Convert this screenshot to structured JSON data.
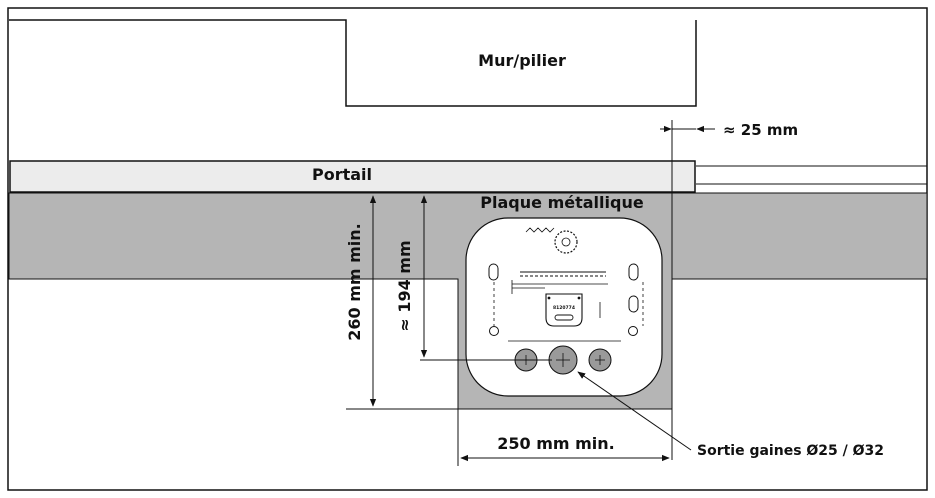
{
  "labels": {
    "wall": "Mur/pilier",
    "offset": "≈ 25 mm",
    "gate": "Portail",
    "plate": "Plaque métallique",
    "height_min": "260 mm min.",
    "height_approx": "≈ 194 mm",
    "width_min": "250 mm min.",
    "conduit_exit": "Sortie gaines Ø25 / Ø32"
  },
  "plate_markings": {
    "part_number": "8120774"
  },
  "colors": {
    "ground": "#b5b5b5",
    "gate_fill": "#ececec",
    "stroke": "#111111",
    "conduit": "#9a9a9a"
  }
}
